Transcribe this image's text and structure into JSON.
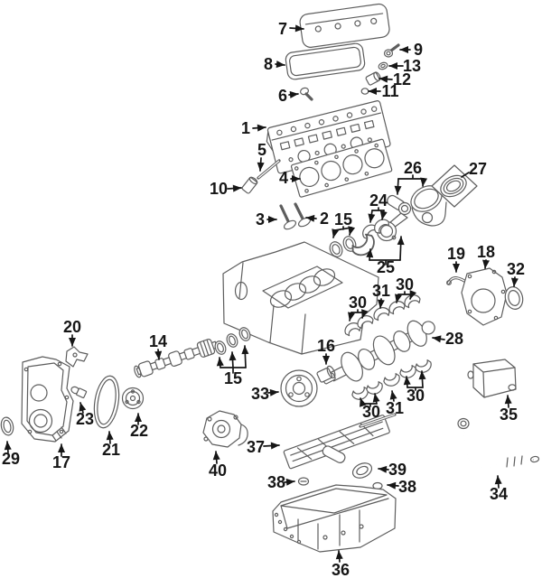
{
  "style": {
    "background": "#ffffff",
    "artwork_stroke": "#5d5d5d",
    "label_color": "#161616"
  },
  "callouts": {
    "c1": {
      "label": "1"
    },
    "c2": {
      "label": "2"
    },
    "c3": {
      "label": "3"
    },
    "c4": {
      "label": "4"
    },
    "c5": {
      "label": "5"
    },
    "c6": {
      "label": "6"
    },
    "c7": {
      "label": "7"
    },
    "c8": {
      "label": "8"
    },
    "c9": {
      "label": "9"
    },
    "c10": {
      "label": "10"
    },
    "c11": {
      "label": "11"
    },
    "c12": {
      "label": "12"
    },
    "c13": {
      "label": "13"
    },
    "c14": {
      "label": "14"
    },
    "c15a": {
      "label": "15"
    },
    "c15b": {
      "label": "15"
    },
    "c16": {
      "label": "16"
    },
    "c17": {
      "label": "17"
    },
    "c18": {
      "label": "18"
    },
    "c19": {
      "label": "19"
    },
    "c20": {
      "label": "20"
    },
    "c21": {
      "label": "21"
    },
    "c22": {
      "label": "22"
    },
    "c23": {
      "label": "23"
    },
    "c24": {
      "label": "24"
    },
    "c25": {
      "label": "25"
    },
    "c26": {
      "label": "26"
    },
    "c27": {
      "label": "27"
    },
    "c28": {
      "label": "28"
    },
    "c29": {
      "label": "29"
    },
    "c30a": {
      "label": "30"
    },
    "c30b": {
      "label": "30"
    },
    "c30c": {
      "label": "30"
    },
    "c30d": {
      "label": "30"
    },
    "c31a": {
      "label": "31"
    },
    "c31b": {
      "label": "31"
    },
    "c32": {
      "label": "32"
    },
    "c33": {
      "label": "33"
    },
    "c34": {
      "label": "34"
    },
    "c35": {
      "label": "35"
    },
    "c36": {
      "label": "36"
    },
    "c37": {
      "label": "37"
    },
    "c38a": {
      "label": "38"
    },
    "c38b": {
      "label": "38"
    },
    "c39": {
      "label": "39"
    },
    "c40": {
      "label": "40"
    }
  }
}
